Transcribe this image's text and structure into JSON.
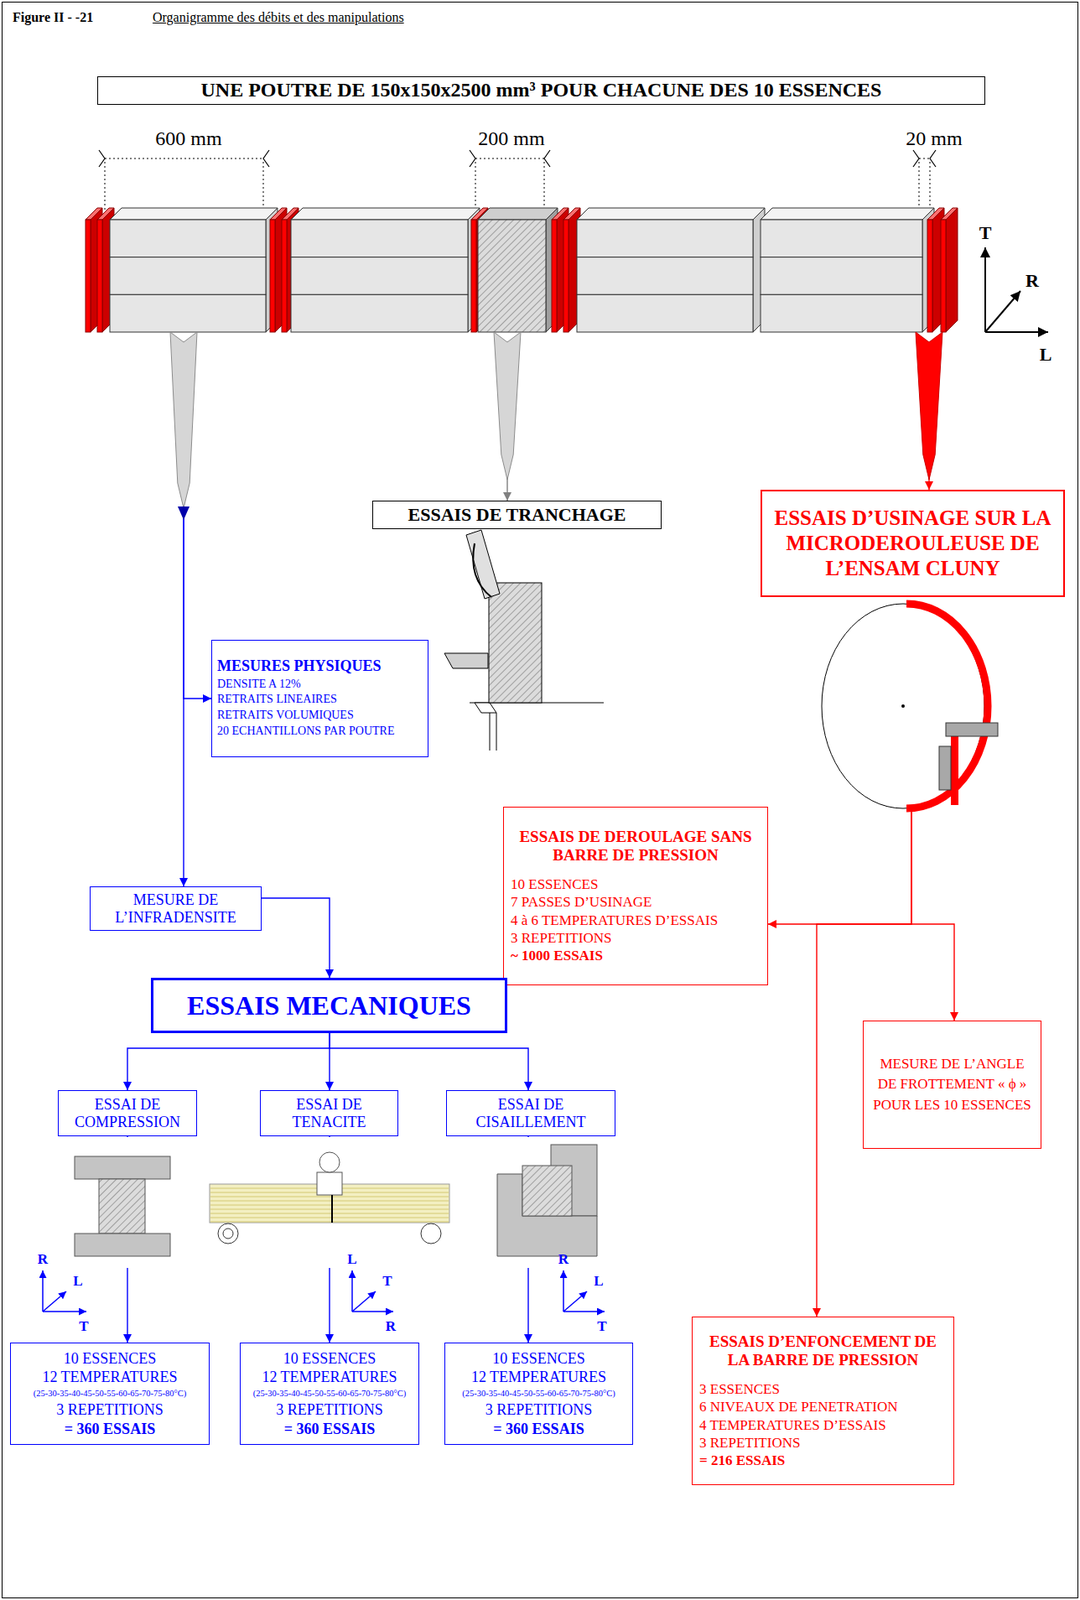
{
  "diagram": {
    "title": "Organigramme des débits et des manipulations",
    "nodes": [
      {
        "text": [
          "UNE POUTRE DE 150x150x2500 mm³ POUR CHACUNE DES 10 ESSENCES"
        ]
      },
      {
        "text": [
          "ESSAIS DE TRANCHAGE"
        ]
      },
      {
        "text": [
          "ESSAIS D’USINAGE SUR LA MICRODEROULEUSE DE L’ENSAM CLUNY"
        ]
      },
      {
        "text": [
          "MESURES PHYSIQUES",
          "DENSITE A 12%",
          "RETRAITS LINEAIRES",
          "RETRAITS VOLUMIQUES",
          "20 ECHANTILLONS PAR POUTRE"
        ]
      },
      {
        "text": [
          "ESSAIS DE DEROULAGE SANS BARRE DE PRESSION",
          "10 ESSENCES",
          "7 PASSES D’USINAGE",
          "4 à 6 TEMPERATURES D’ESSAIS",
          "3 REPETITIONS",
          "~ 1000 ESSAIS"
        ]
      },
      {
        "text": [
          "MESURE DE L’INFRADENSITE"
        ]
      },
      {
        "text": [
          "ESSAIS MECANIQUES"
        ]
      },
      {
        "text": [
          "MESURE DE L’ANGLE DE FROTTEMENT « ϕ » POUR LES 10 ESSENCES"
        ]
      },
      {
        "text": [
          "ESSAI DE COMPRESSION"
        ]
      },
      {
        "text": [
          "ESSAI DE TENACITE"
        ]
      },
      {
        "text": [
          "ESSAI DE CISAILLEMENT"
        ]
      },
      {
        "text": [
          "ESSAIS D’ENFONCEMENT DE LA BARRE DE PRESSION",
          "3 ESSENCES",
          "6 NIVEAUX DE PENETRATION",
          "4 TEMPERATURES D’ESSAIS",
          "3 REPETITIONS",
          "= 216 ESSAIS"
        ]
      },
      {
        "text": [
          "10 ESSENCES",
          "12 TEMPERATURES",
          "(25-30-35-40-45-50-55-60-65-70-75-80°C)",
          "3 REPETITIONS",
          "= 360 ESSAIS"
        ]
      },
      {
        "text": [
          "10 ESSENCES",
          "12 TEMPERATURES",
          "(25-30-35-40-45-50-55-60-65-70-75-80°C)",
          "3 REPETITIONS",
          "= 360 ESSAIS"
        ]
      },
      {
        "text": [
          "10 ESSENCES",
          "12 TEMPERATURES",
          "(25-30-35-40-45-50-55-60-65-70-75-80°C)",
          "3 REPETITIONS",
          "= 360 ESSAIS"
        ]
      }
    ],
    "edges": [
      {
        "from": 0,
        "to": 3,
        "arrow": "to"
      },
      {
        "from": 0,
        "to": 5,
        "arrow": "to"
      },
      {
        "from": 0,
        "to": 1,
        "arrow": "to"
      },
      {
        "from": 0,
        "to": 2,
        "arrow": "to"
      },
      {
        "from": 2,
        "to": 4,
        "arrow": "to"
      },
      {
        "from": 2,
        "to": 7,
        "arrow": "to"
      },
      {
        "from": 2,
        "to": 11,
        "arrow": "to"
      },
      {
        "from": 5,
        "to": 6,
        "arrow": "to"
      },
      {
        "from": 6,
        "to": 8,
        "arrow": "to"
      },
      {
        "from": 6,
        "to": 9,
        "arrow": "to"
      },
      {
        "from": 6,
        "to": 10,
        "arrow": "to"
      },
      {
        "from": 8,
        "to": 12,
        "arrow": "to"
      },
      {
        "from": 9,
        "to": 13,
        "arrow": "to"
      },
      {
        "from": 10,
        "to": 14,
        "arrow": "to"
      }
    ],
    "labels": [
      "Figure II - -21",
      "600 mm",
      "200 mm",
      "20 mm",
      "T",
      "R",
      "L",
      "R",
      "L",
      "T",
      "L",
      "T",
      "R",
      "R",
      "L",
      "T"
    ]
  }
}
